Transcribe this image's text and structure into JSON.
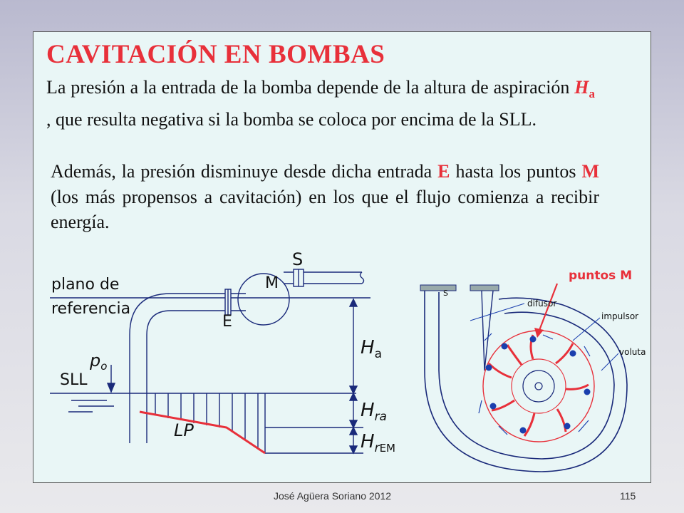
{
  "slide": {
    "title": "CAVITACIÓN EN BOMBAS",
    "paragraph1": {
      "before": "La presión a la entrada de la bomba depende de la altura de aspiración ",
      "var_letter": "H",
      "var_sub": "a",
      "after": " , que resulta negativa si la bomba se coloca por encima de la SLL."
    },
    "paragraph2": {
      "part1": "Además, la presión disminuye desde dicha entrada ",
      "E": "E",
      "part2": " hasta los puntos ",
      "M": "M",
      "part3": " (los más propensos a cavitación) en los que el flujo comienza a recibir energía."
    }
  },
  "left_diagram": {
    "plano_line1": "plano de",
    "plano_line2": "referencia",
    "S": "S",
    "M": "M",
    "E": "E",
    "p0": "p",
    "p0_sub": "o",
    "SLL": "SLL",
    "LP": "LP",
    "Ha": "H",
    "Ha_sub": "a",
    "Hra": "H",
    "Hra_sub": "ra",
    "HrEM": "H",
    "HrEM_sub_r": "r",
    "HrEM_sub_EM": "EM"
  },
  "right_diagram": {
    "puntos_m": "puntos M",
    "S": "S",
    "difusor": "difusor",
    "impulsor": "impulsor",
    "voluta": "voluta"
  },
  "footer": {
    "author": "José Agüera Soriano 2012",
    "page": "115"
  },
  "colors": {
    "accent_red": "#e8303a",
    "point_blue": "#1a3fae",
    "slide_bg": "#e9f6f6"
  }
}
